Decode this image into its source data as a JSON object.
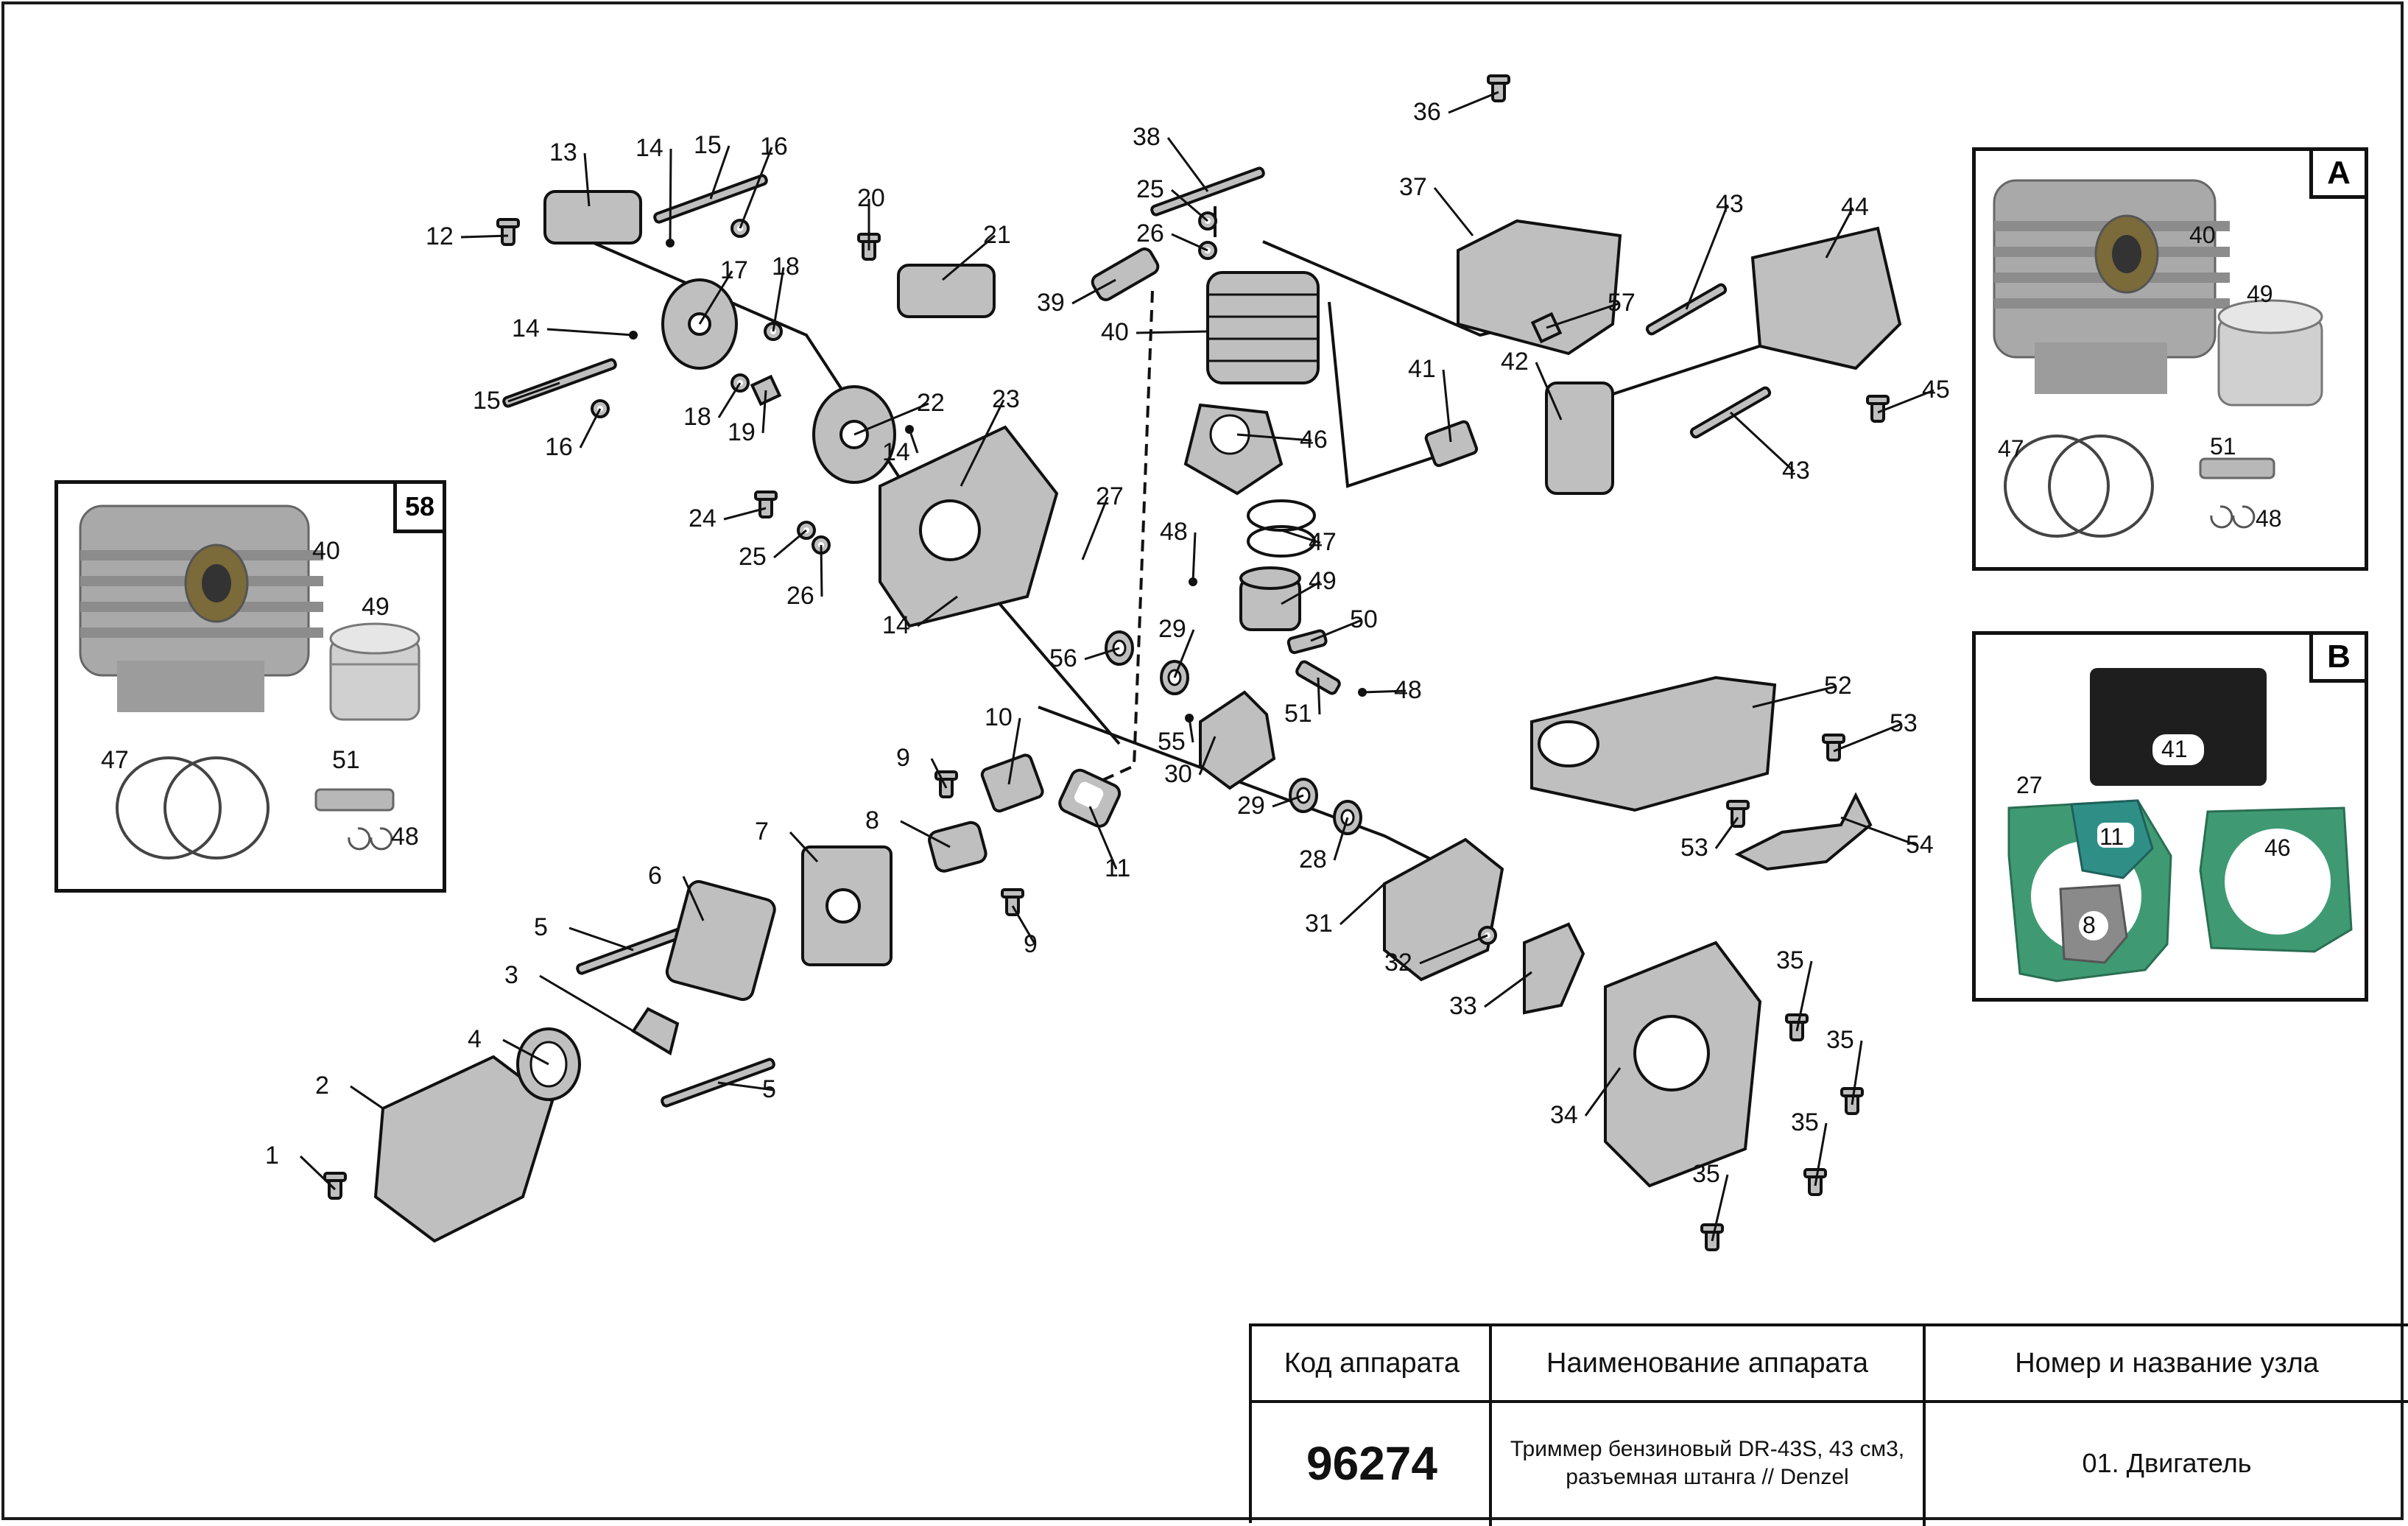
{
  "diagram": {
    "part_numbers": [
      "1",
      "2",
      "3",
      "4",
      "5",
      "5",
      "6",
      "7",
      "8",
      "9",
      "9",
      "10",
      "11",
      "12",
      "13",
      "14",
      "14",
      "14",
      "14",
      "15",
      "15",
      "16",
      "16",
      "17",
      "18",
      "18",
      "19",
      "20",
      "21",
      "22",
      "23",
      "24",
      "25",
      "25",
      "26",
      "26",
      "27",
      "28",
      "29",
      "29",
      "30",
      "31",
      "32",
      "33",
      "34",
      "35",
      "35",
      "35",
      "35",
      "36",
      "37",
      "38",
      "39",
      "40",
      "41",
      "42",
      "43",
      "43",
      "44",
      "45",
      "46",
      "47",
      "48",
      "48",
      "49",
      "50",
      "51",
      "52",
      "53",
      "53",
      "54",
      "55",
      "56",
      "57"
    ]
  },
  "inset_58": {
    "tag": "58",
    "labels": [
      "40",
      "49",
      "47",
      "51",
      "48"
    ]
  },
  "inset_a": {
    "tag": "A",
    "labels": [
      "40",
      "49",
      "47",
      "51",
      "48"
    ]
  },
  "inset_b": {
    "tag": "B",
    "labels": [
      "41",
      "27",
      "11",
      "46",
      "8"
    ]
  },
  "table": {
    "headers": {
      "code": "Код аппарата",
      "name": "Наименование аппарата",
      "node": "Номер и название узла"
    },
    "code": "96274",
    "name": "Триммер бензиновый DR-43S, 43 см3, разъемная штанга // Denzel",
    "node": "01. Двигатель"
  },
  "colors": {
    "ink": "#111111",
    "part_fill": "#bfbfbf",
    "photo_metal": "#a9a9a9",
    "gasket_black": "#1e1e1e",
    "gasket_green": "#3f9a73",
    "gasket_teal": "#2f8f87",
    "gasket_grey": "#8a8a8a"
  }
}
